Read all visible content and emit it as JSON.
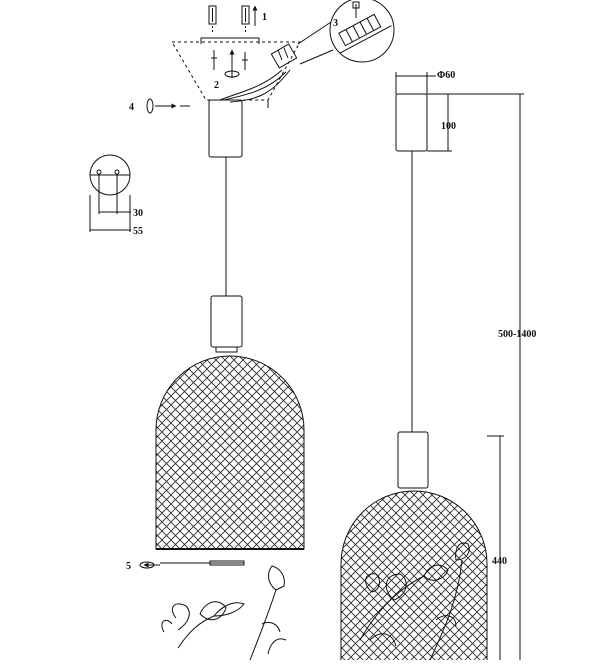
{
  "steps": {
    "s1": "1",
    "s2": "2",
    "s3": "3",
    "s4": "4",
    "s5": "5"
  },
  "dimensions": {
    "canopy_diameter": "Φ60",
    "canopy_height": "100",
    "total_length": "500-1400",
    "shade_height": "440",
    "screw_spacing": "30",
    "mount_width": "55"
  }
}
